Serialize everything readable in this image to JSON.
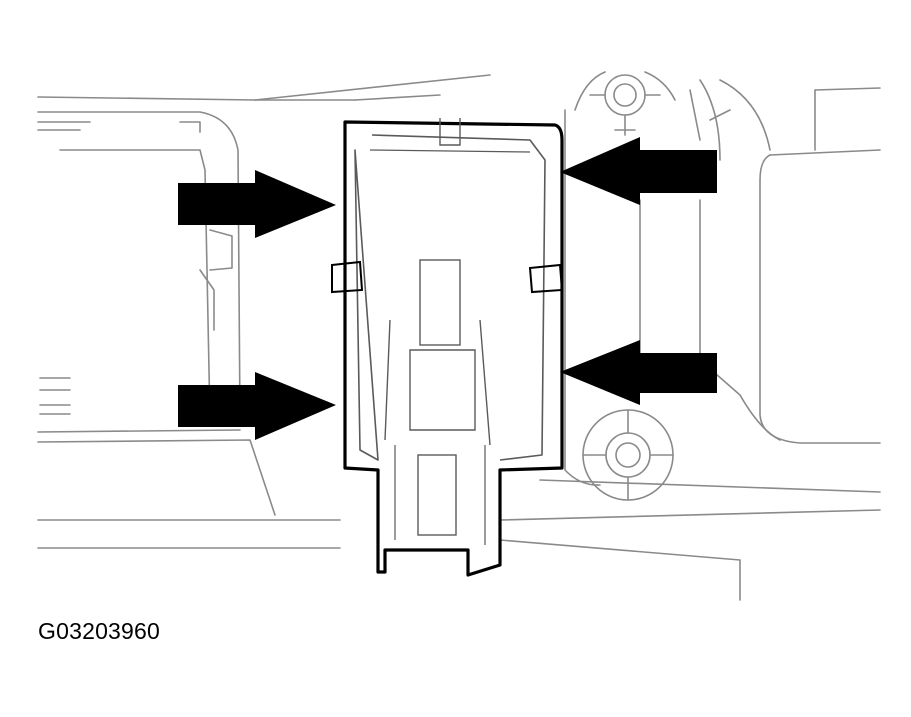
{
  "figure": {
    "code": "G03203960"
  },
  "colors": {
    "line": "#000000",
    "faint_line": "#8a8a8a",
    "background": "#ffffff"
  },
  "arrows": [
    {
      "name": "left-upper-arrow",
      "direction": "right"
    },
    {
      "name": "left-lower-arrow",
      "direction": "right"
    },
    {
      "name": "right-upper-arrow",
      "direction": "left"
    },
    {
      "name": "right-lower-arrow",
      "direction": "left"
    }
  ]
}
